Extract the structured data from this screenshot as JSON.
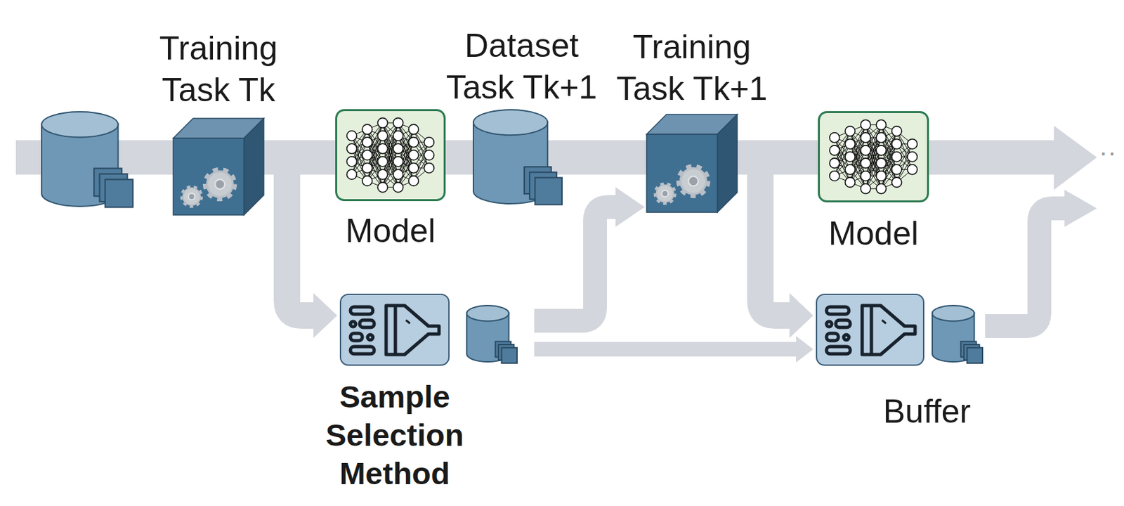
{
  "diagram": {
    "nodes": [
      {
        "text": [
          "Training Task Tk"
        ]
      },
      {
        "text": [
          "Model"
        ]
      },
      {
        "text": [
          "Dataset Task Tk+1"
        ]
      },
      {
        "text": [
          "Training Task Tk+1"
        ]
      },
      {
        "text": [
          "Model"
        ]
      },
      {
        "text": [
          "Sample Selection Method"
        ]
      },
      {
        "text": [
          "Buffer"
        ]
      }
    ],
    "edges": [
      {
        "from": 0,
        "to": 1,
        "arrow": "none"
      },
      {
        "from": 1,
        "to": 2,
        "arrow": "none"
      },
      {
        "from": 2,
        "to": 3,
        "arrow": "none"
      },
      {
        "from": 3,
        "to": 4,
        "arrow": "none"
      },
      {
        "from": 0,
        "to": 5,
        "arrow": "to"
      },
      {
        "from": 5,
        "to": 3,
        "arrow": "to"
      },
      {
        "from": 5,
        "to": 6,
        "arrow": "to"
      },
      {
        "from": 3,
        "to": 6,
        "arrow": "to"
      }
    ],
    "labels": [
      "··"
    ]
  }
}
